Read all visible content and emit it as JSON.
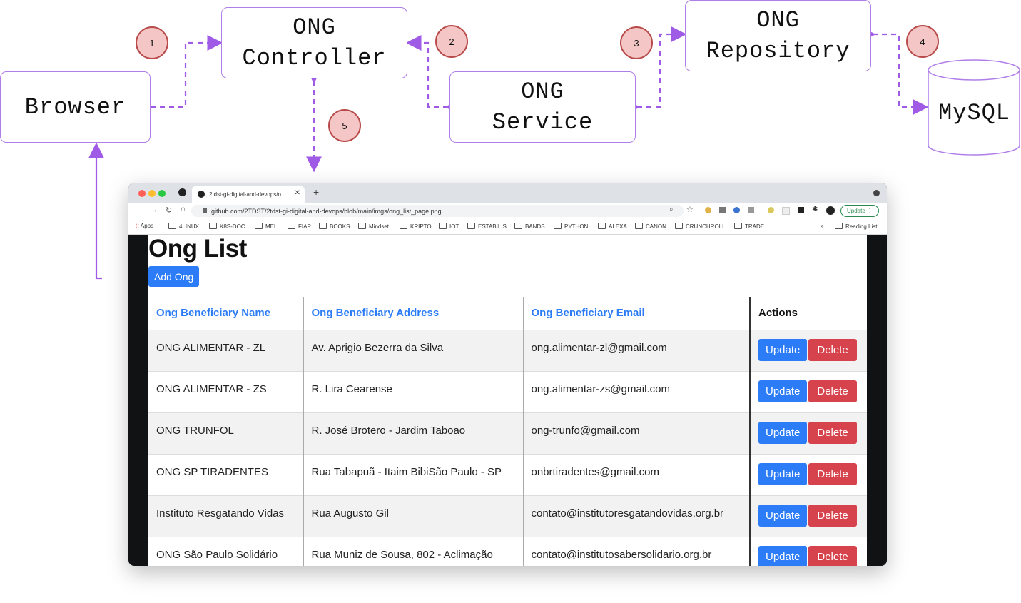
{
  "nodes": {
    "browser": "Browser",
    "controller": "ONG\nController",
    "service": "ONG\nService",
    "repository": "ONG\nRepository",
    "database": "MySQL"
  },
  "steps": [
    "1",
    "2",
    "3",
    "4",
    "5"
  ],
  "colors": {
    "arrow": "#a05be6",
    "badge_fill": "#f5c6c6",
    "badge_border": "#b84a4a",
    "primary": "#2b7cf6",
    "danger": "#d6434c"
  },
  "browser_window": {
    "tab_title": "2tdst-gi-digital-and-devops/o",
    "url": "github.com/2TDST/2tdst-gi-digital-and-devops/blob/main/imgs/ong_list_page.png",
    "update_label": "Update",
    "reading_list": "Reading List",
    "bookmarks": [
      "Apps",
      "4LINUX",
      "K8S-DOC",
      "MELI",
      "FIAP",
      "BOOKS",
      "Mindset",
      "KRIPTO",
      "IOT",
      "ESTABILIS",
      "BANDS",
      "PYTHON",
      "ALEXA",
      "CANON",
      "CRUNCHROLL",
      "TRADE"
    ]
  },
  "page": {
    "title": "Ong List",
    "add_button": "Add Ong",
    "headers": [
      "Ong Beneficiary Name",
      "Ong Beneficiary Address",
      "Ong Beneficiary Email",
      "Actions"
    ],
    "rows": [
      [
        "ONG ALIMENTAR - ZL",
        "Av. Aprigio Bezerra da Silva",
        "ong.alimentar-zl@gmail.com"
      ],
      [
        "ONG ALIMENTAR - ZS",
        "R. Lira Cearense",
        "ong.alimentar-zs@gmail.com"
      ],
      [
        "ONG TRUNFOL",
        "R. José Brotero - Jardim Taboao",
        "ong-trunfo@gmail.com"
      ],
      [
        "ONG SP TIRADENTES",
        "Rua Tabapuã - Itaim BibiSão Paulo - SP",
        "onbrtiradentes@gmail.com"
      ],
      [
        "Instituto Resgatando Vidas",
        "Rua Augusto Gil",
        "contato@institutoresgatandovidas.org.br"
      ],
      [
        "ONG São Paulo Solidário",
        "Rua Muniz de Sousa, 802 - Aclimação",
        "contato@institutosabersolidario.org.br"
      ]
    ],
    "update_label": "Update",
    "delete_label": "Delete"
  }
}
